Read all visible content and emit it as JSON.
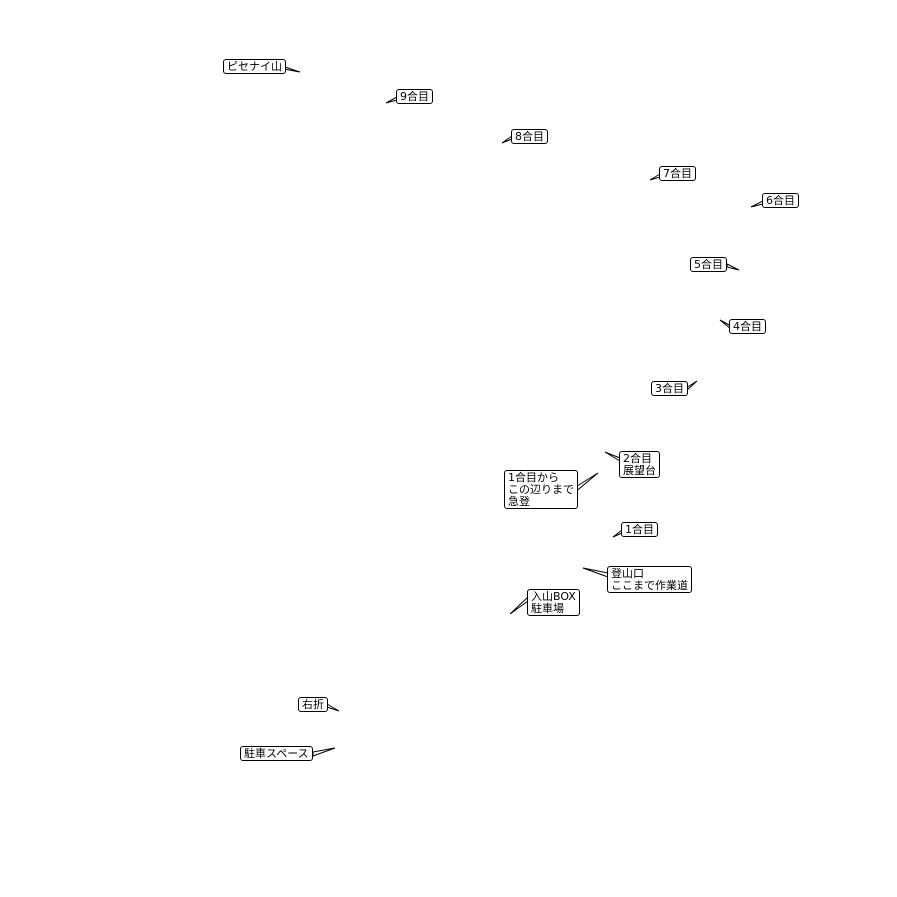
{
  "map": {
    "labels": {
      "pisenai": [
        "ピセナイ山"
      ],
      "g9": [
        "9合目"
      ],
      "g8": [
        "8合目"
      ],
      "g7": [
        "7合目"
      ],
      "g6": [
        "6合目"
      ],
      "g5": [
        "5合目"
      ],
      "g4": [
        "4合目"
      ],
      "g3": [
        "3合目"
      ],
      "g2": [
        "2合目",
        "展望台"
      ],
      "g1note": [
        "1合目から",
        "この辺りまで",
        "急登"
      ],
      "g1": [
        "1合目"
      ],
      "trailhead": [
        "登山口",
        "ここまで作業道"
      ],
      "box": [
        "入山BOX",
        "駐車場"
      ],
      "turn": [
        "右折"
      ],
      "parking": [
        "駐車スペース"
      ]
    }
  }
}
